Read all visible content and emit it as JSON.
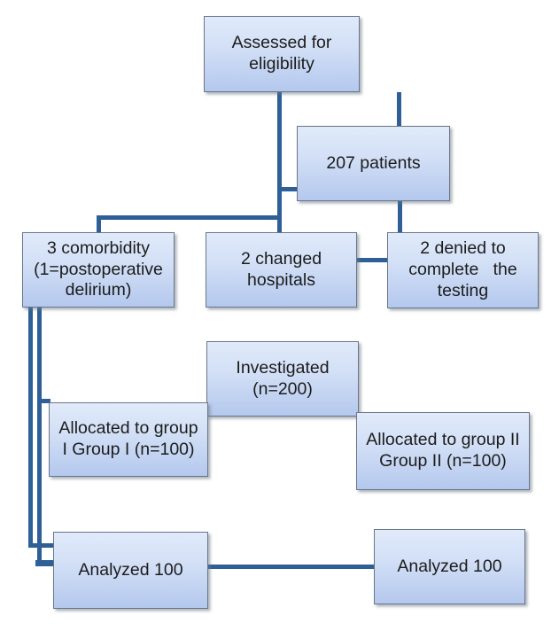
{
  "nodes": {
    "assessed": {
      "label": "Assessed for\neligibility"
    },
    "patients": {
      "label": "207 patients"
    },
    "comorbidity": {
      "label": "3 comorbidity\n(1=postoperative\ndelirium)"
    },
    "changed": {
      "label": "2 changed\nhospitals"
    },
    "denied": {
      "label": "2 denied to\ncomplete   the\ntesting"
    },
    "investigated": {
      "label": "Investigated\n(n=200)"
    },
    "group1": {
      "label": "Allocated to group\nI Group I (n=100)"
    },
    "group2": {
      "label": "Allocated to group II\nGroup II (n=100)"
    },
    "analyzed1": {
      "label": "Analyzed 100"
    },
    "analyzed2": {
      "label": "Analyzed 100"
    }
  },
  "colors": {
    "connector": "#2e5f96",
    "box_border": "#6a7687",
    "box_fill_top": "#e0eafa",
    "box_fill_bottom": "#b4c8ee",
    "text": "#1c1c1c",
    "background": "#ffffff"
  }
}
